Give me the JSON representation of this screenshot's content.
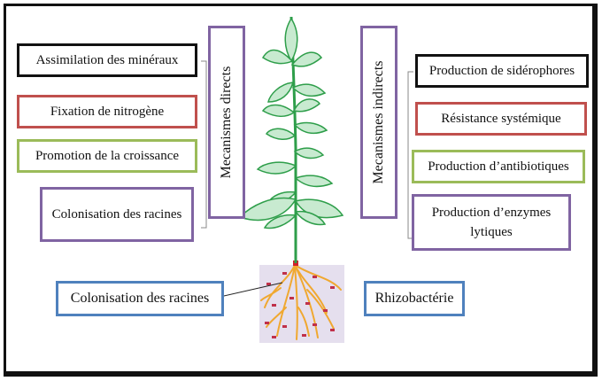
{
  "left_boxes": [
    {
      "label": "Assimilation des minéraux",
      "color": "#111111"
    },
    {
      "label": "Fixation de nitrogène",
      "color": "#c0504d"
    },
    {
      "label": "Promotion de la croissance",
      "color": "#9bbb59"
    },
    {
      "label": "Colonisation des racines",
      "color": "#8064a2"
    }
  ],
  "right_boxes": [
    {
      "label": "Production de sidérophores",
      "color": "#111111"
    },
    {
      "label": "Résistance systémique",
      "color": "#c0504d"
    },
    {
      "label": "Production d’antibiotiques",
      "color": "#9bbb59"
    },
    {
      "label": "Production d’enzymes lytiques",
      "color": "#8064a2"
    }
  ],
  "vertical_labels": {
    "direct": "Mecanismes directs",
    "indirect": "Mecanismes indirects",
    "color": "#8064a2"
  },
  "bottom": {
    "colonisation_label": "Colonisation des racines",
    "rhizobacterie_label": "Rhizobactérie",
    "color": "#4f81bd"
  },
  "colors": {
    "leaf": "#2e9e4a",
    "leaf_fill": "#c8ead0",
    "root": "#f0a830",
    "soil": "#ded7ea",
    "bacteria": "#c0304a"
  }
}
